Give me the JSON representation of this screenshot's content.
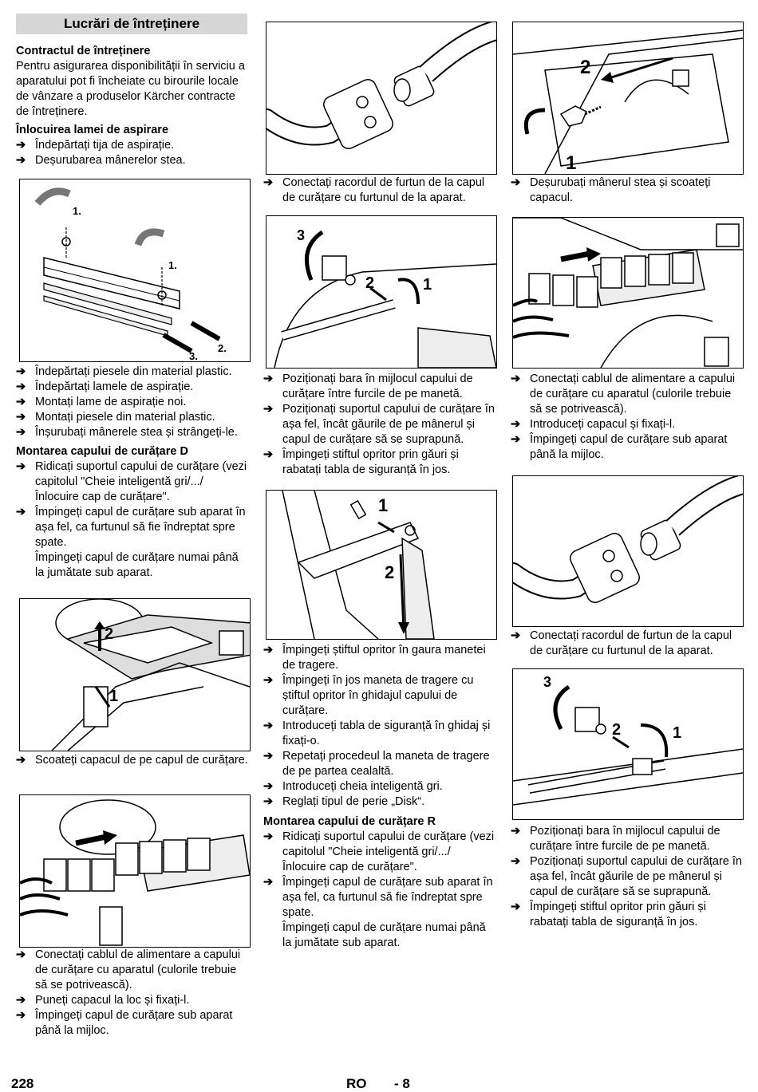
{
  "header": {
    "title": "Lucrări de întreținere"
  },
  "col1": {
    "contract_heading": "Contractul de întreținere",
    "contract_text": "Pentru asigurarea disponibilității în serviciu a aparatului pot fi încheiate cu birourile locale de vânzare a produselor Kärcher contracte de întreținere.",
    "replace_heading": "Înlocuirea lamei de aspirare",
    "replace_steps": [
      "Îndepărtați tija de aspirație.",
      "Deșurubarea mânerelor stea."
    ],
    "fig1_labels": [
      "1.",
      "1.",
      "2.",
      "3."
    ],
    "after_fig1_steps": [
      "Îndepărtați piesele din material plastic.",
      "Îndepărtați lamele de aspirație.",
      "Montați lame de aspirație noi.",
      "Montați piesele din material plastic.",
      "Înșurubați mânerele stea și strângeți-le."
    ],
    "mount_d_heading": "Montarea capului de curățare D",
    "mount_d_steps": [
      "Ridicați suportul capului de curățare (vezi capitolul \"Cheie inteligentă gri/.../ Înlocuire cap de curățare\".",
      "Împingeți capul de curățare sub aparat în așa fel, ca furtunul să fie îndreptat spre spate."
    ],
    "mount_d_note": "Împingeți capul de curățare numai până la jumătate sub aparat.",
    "fig2_labels": [
      "2",
      "1"
    ],
    "after_fig2_steps": [
      "Scoateți capacul de pe capul de curățare."
    ],
    "after_fig3_steps": [
      "Conectați cablul de alimentare a capului de curățare cu aparatul (culorile trebuie să se potrivească).",
      "Puneți capacul la loc și fixați-l.",
      "Împingeți capul de curățare sub aparat până la mijloc."
    ]
  },
  "col2": {
    "after_fig1_steps": [
      "Conectați racordul de furtun de la capul de curățare cu furtunul de la aparat."
    ],
    "fig2_labels": [
      "3",
      "2",
      "1"
    ],
    "after_fig2_steps": [
      "Poziționați bara în mijlocul capului de curățare între furcile de pe manetă.",
      "Poziționați suportul capului de curățare în așa fel, încât găurile de pe mânerul și capul de curățare să se suprapună.",
      "Împingeți stiftul opritor prin găuri și rabatați tabla de siguranță în jos."
    ],
    "fig3_labels": [
      "1",
      "2"
    ],
    "after_fig3_steps": [
      "Împingeți știftul opritor în gaura manetei de tragere.",
      "Împingeți în jos maneta de tragere cu știftul opritor în ghidajul capului de curățare.",
      "Introduceți tabla de siguranță în ghidaj și fixați-o.",
      "Repetați procedeul la maneta de tragere de pe partea cealaltă.",
      "Introduceți cheia inteligentă gri.",
      "Reglați tipul de perie „Disk“."
    ],
    "mount_r_heading": "Montarea capului de curățare R",
    "mount_r_steps": [
      "Ridicați suportul capului de curățare (vezi capitolul \"Cheie inteligentă gri/.../ Înlocuire cap de curățare\".",
      "Împingeți capul de curățare sub aparat în așa fel, ca furtunul să fie îndreptat spre spate."
    ],
    "mount_r_note": "Împingeți capul de curățare numai până la jumătate sub aparat."
  },
  "col3": {
    "fig1_labels": [
      "2",
      "1"
    ],
    "after_fig1_steps": [
      "Deșurubați mânerul stea și scoateți capacul."
    ],
    "after_fig2_steps": [
      "Conectați cablul de alimentare a capului de curățare cu aparatul (culorile trebuie să se potrivească).",
      "Introduceți capacul și fixați-l.",
      "Împingeți capul de curățare sub aparat până la mijloc."
    ],
    "after_fig3_steps": [
      "Conectați racordul de furtun de la capul de curățare cu furtunul de la aparat."
    ],
    "fig4_labels": [
      "3",
      "2",
      "1"
    ],
    "after_fig4_steps": [
      "Poziționați bara în mijlocul capului de curățare între furcile de pe manetă.",
      "Poziționați suportul capului de curățare în așa fel, încât găurile de pe mânerul și capul de curățare să se suprapună.",
      "Împingeți stiftul opritor prin găuri și rabatați tabla de siguranță în jos."
    ]
  },
  "footer": {
    "page_number": "228",
    "language": "RO",
    "section_page": "- 8"
  },
  "icons": {
    "step_arrow": "➔"
  }
}
